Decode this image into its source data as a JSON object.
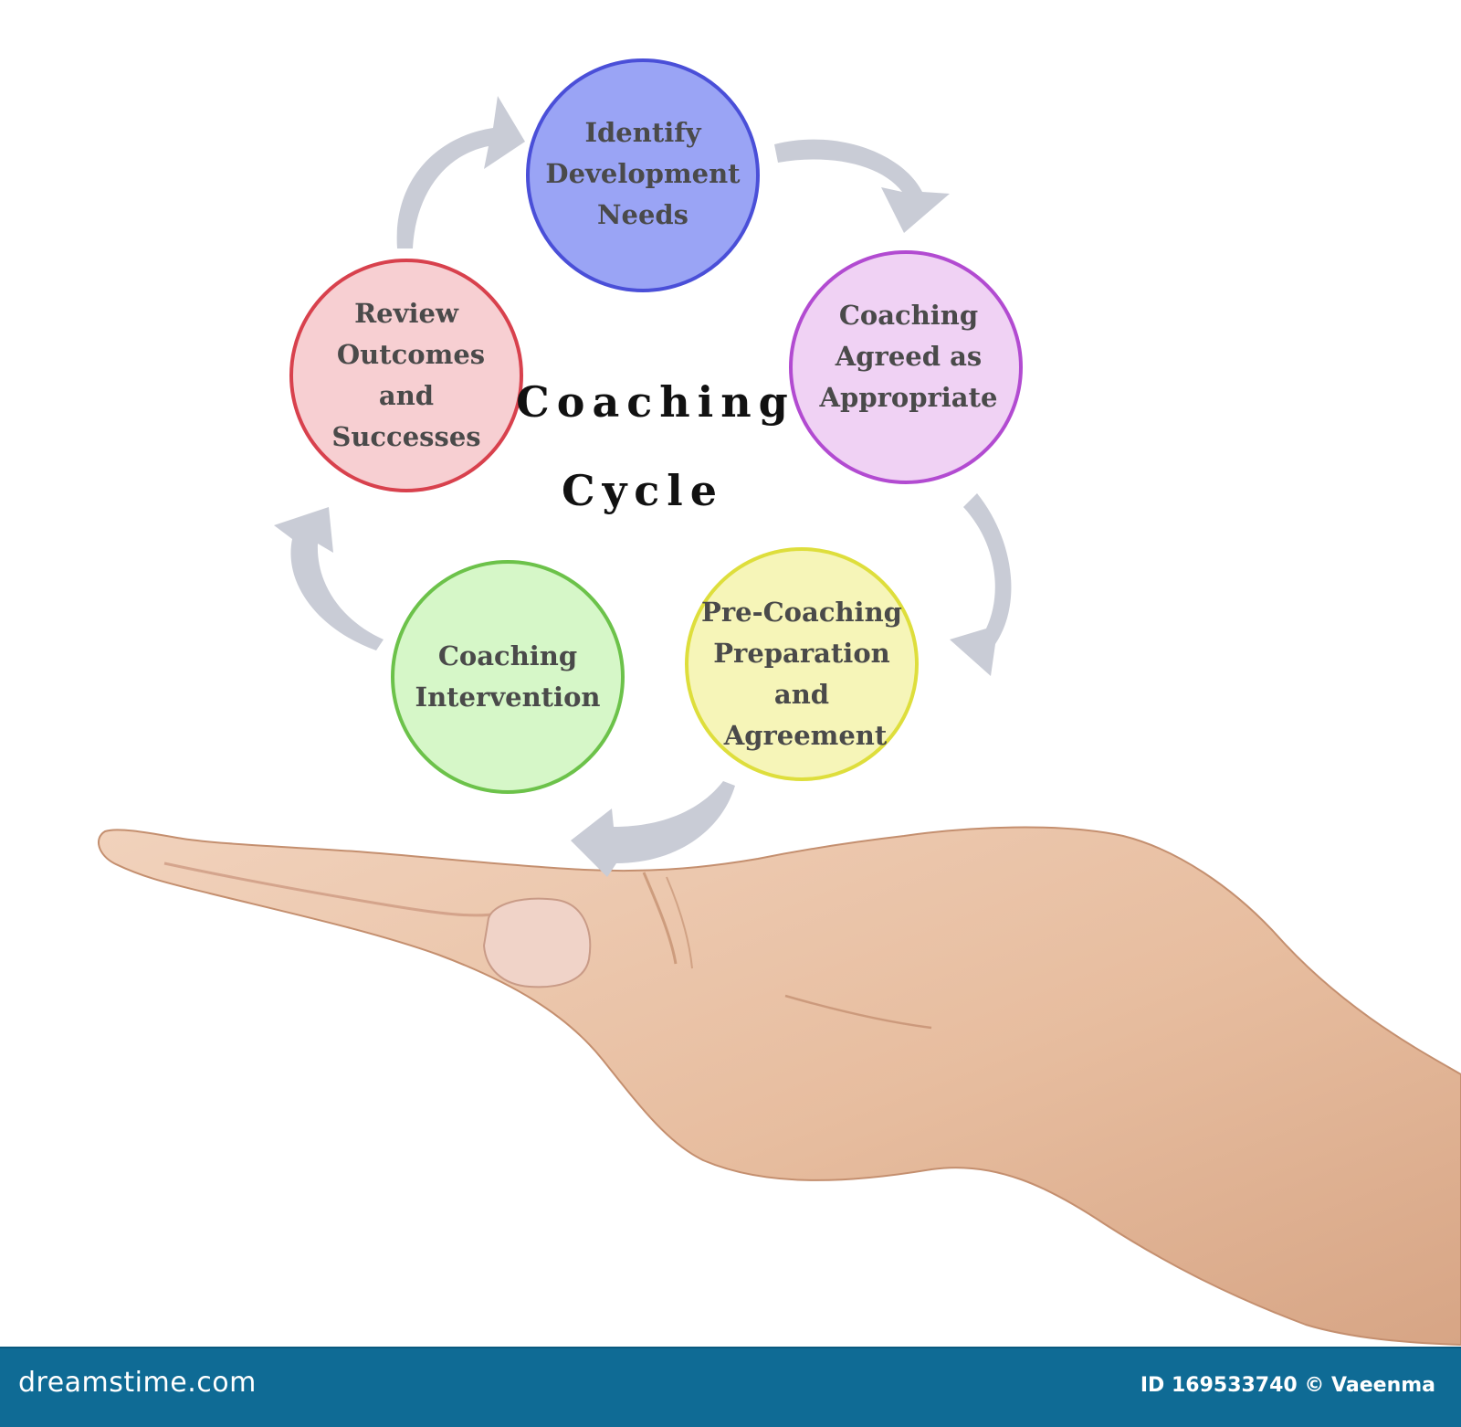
{
  "diagram": {
    "title_line1": "Coaching",
    "title_line2": "Cycle",
    "steps": [
      {
        "lines": [
          "Identify",
          "Development",
          "Needs"
        ],
        "fill": "#9aa4f5",
        "stroke": "#4a4fd8"
      },
      {
        "lines": [
          "Coaching",
          "Agreed as",
          "Appropriate"
        ],
        "fill": "#f0d2f4",
        "stroke": "#b24bd1"
      },
      {
        "lines": [
          "Pre-Coaching",
          "Preparation",
          "and",
          "Agreement"
        ],
        "fill": "#f6f5b8",
        "stroke": "#dede3c"
      },
      {
        "lines": [
          "Coaching",
          "Intervention"
        ],
        "fill": "#d6f7c8",
        "stroke": "#6cc24a"
      },
      {
        "lines": [
          "Review",
          "Outcomes",
          "and",
          "Successes"
        ],
        "fill": "#f7cfd2",
        "stroke": "#d8414d"
      }
    ],
    "arrow_color": "#c9ccd6"
  },
  "footer": {
    "brand": "dreamstime.com",
    "credit": "ID 169533740 © Vaeenma"
  }
}
